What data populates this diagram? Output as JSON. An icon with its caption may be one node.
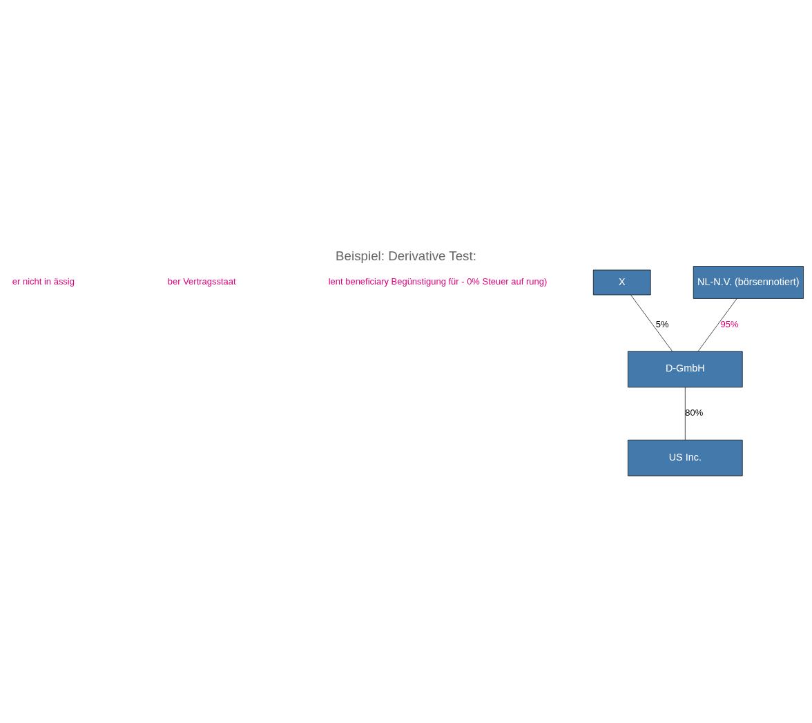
{
  "diagram": {
    "title": "Beispiel: Derivative Test:",
    "nodes": [
      {
        "text": [
          "X"
        ]
      },
      {
        "text": [
          "NL-N.V. (börsennotiert)"
        ]
      },
      {
        "text": [
          "D-GmbH"
        ]
      },
      {
        "text": [
          "US Inc."
        ]
      }
    ],
    "edges": [
      {
        "from": 0,
        "to": 2,
        "arrow": "none",
        "label": "5%"
      },
      {
        "from": 1,
        "to": 2,
        "arrow": "none",
        "label": "95%"
      },
      {
        "from": 2,
        "to": 3,
        "arrow": "none",
        "label": "80%"
      }
    ],
    "labels": [
      "er nicht in ässig",
      "ber Vertragsstaat",
      "lent beneficiary Begünstigung für - 0% Steuer auf rung)"
    ]
  }
}
